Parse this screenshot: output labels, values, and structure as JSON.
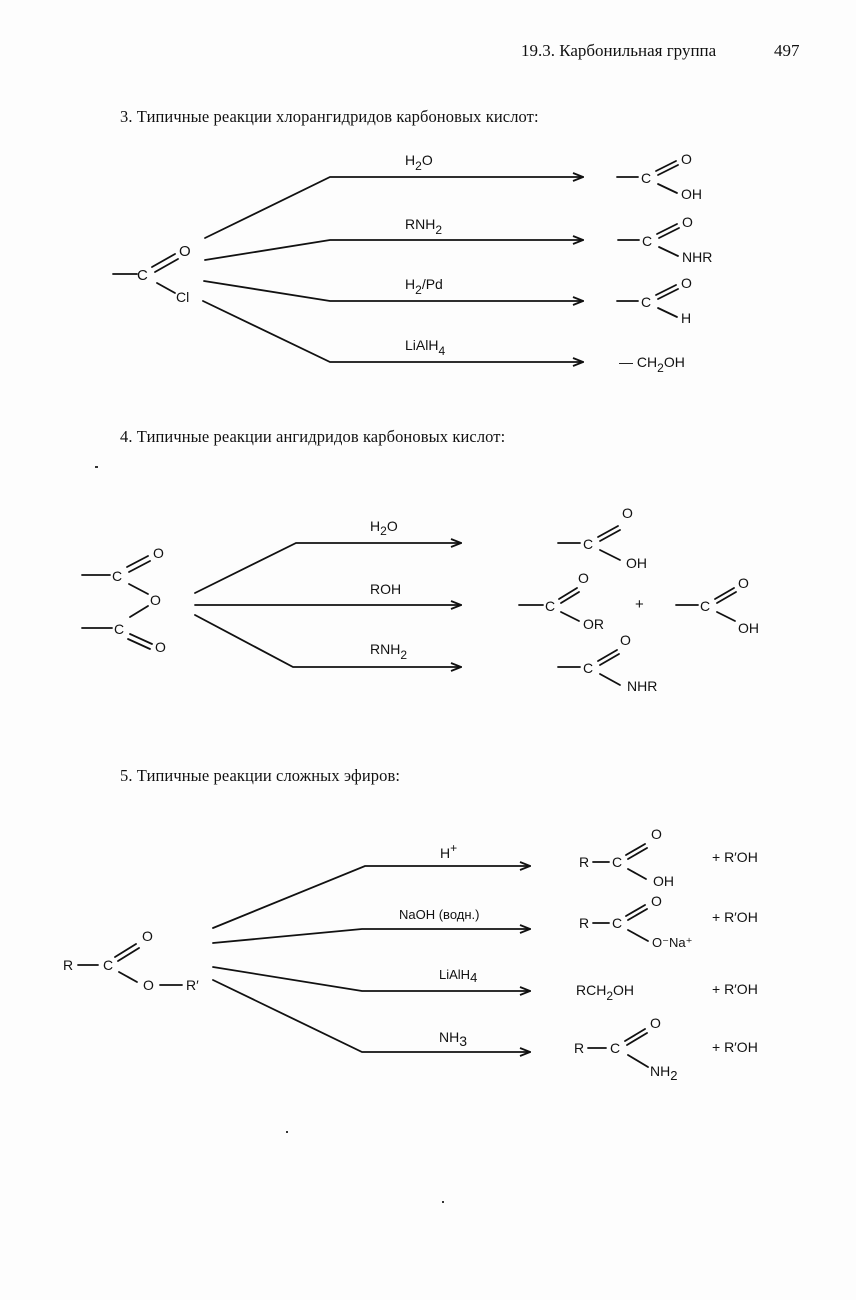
{
  "header": {
    "section": "19.3. Карбонильная группа",
    "page_number": "497"
  },
  "sections": [
    {
      "heading": "3. Типичные реакции хлорангидридов карбоновых кислот:",
      "reactant": {
        "left": "—C",
        "top": "O",
        "bottom": "Cl"
      },
      "reactions": [
        {
          "reagent": "H",
          "reagent_sub": "2",
          "reagent_tail": "O",
          "product": {
            "type": "carbonyl",
            "left": "—C",
            "top": "O",
            "bottom": "OH"
          }
        },
        {
          "reagent": "RNH",
          "reagent_sub": "2",
          "reagent_tail": "",
          "product": {
            "type": "carbonyl",
            "left": "—C",
            "top": "O",
            "bottom": "NHR"
          }
        },
        {
          "reagent": "H",
          "reagent_sub": "2",
          "reagent_tail": "/Pd",
          "product": {
            "type": "carbonyl",
            "left": "—C",
            "top": "O",
            "bottom": "H"
          }
        },
        {
          "reagent": "LiAlH",
          "reagent_sub": "4",
          "reagent_tail": "",
          "product": {
            "type": "linear",
            "text": "— CH",
            "sub": "2",
            "tail": "OH"
          }
        }
      ]
    },
    {
      "heading": "4. Типичные реакции ангидридов карбоновых кислот:",
      "reactant": {
        "upper_left": "—C",
        "upper_o": "O",
        "bridge_o": "O",
        "lower_left": "—C",
        "lower_o": "O"
      },
      "reactions": [
        {
          "reagent": "H",
          "reagent_sub": "2",
          "reagent_tail": "O",
          "product": {
            "left": "—C",
            "top": "O",
            "bottom": "OH"
          }
        },
        {
          "reagent": "ROH",
          "reagent_sub": "",
          "reagent_tail": "",
          "product": {
            "left": "—C",
            "top": "O",
            "bottom": "OR"
          },
          "plus": "+",
          "coproduct": {
            "left": "—C",
            "top": "O",
            "bottom": "OH"
          }
        },
        {
          "reagent": "RNH",
          "reagent_sub": "2",
          "reagent_tail": "",
          "product": {
            "left": "—C",
            "top": "O",
            "bottom": "NHR"
          }
        }
      ]
    },
    {
      "heading": "5. Типичные реакции сложных эфиров:",
      "reactant": {
        "r": "R",
        "c": "C",
        "top": "O",
        "o": "O",
        "r2": "R′"
      },
      "reactions": [
        {
          "reagent": "H",
          "reagent_sup": "+",
          "reagent_tail": "",
          "product": {
            "type": "carbonyl",
            "r": "R",
            "c": "C",
            "top": "O",
            "bottom": "OH"
          },
          "byproduct": "+ R′OH"
        },
        {
          "reagent": "NaOH (водн.)",
          "reagent_sup": "",
          "reagent_tail": "",
          "product": {
            "type": "carbonyl",
            "r": "R",
            "c": "C",
            "top": "O",
            "bottom": "O⁻Na⁺"
          },
          "byproduct": "+ R′OH"
        },
        {
          "reagent": "LiAlH",
          "reagent_sub": "4",
          "reagent_tail": "",
          "product": {
            "type": "linear",
            "text": "RCH",
            "sub": "2",
            "tail": "OH"
          },
          "byproduct": "+ R′OH"
        },
        {
          "reagent": "NH",
          "reagent_sub": "3",
          "reagent_tail": "",
          "product": {
            "type": "carbonyl",
            "r": "R",
            "c": "C",
            "top": "O",
            "bottom": "NH",
            "bottom_sub": "2"
          },
          "byproduct": "+ R′OH"
        }
      ]
    }
  ]
}
